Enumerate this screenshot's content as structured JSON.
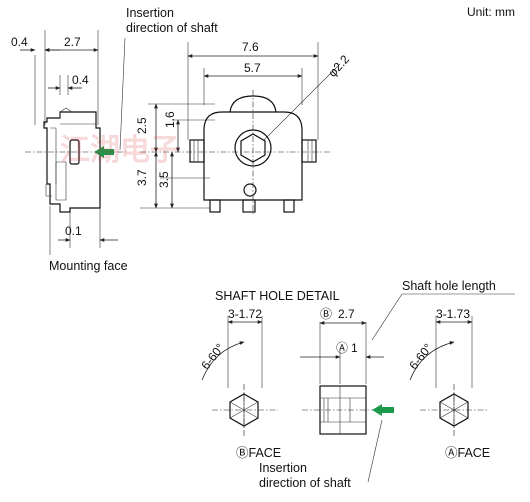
{
  "unit_label": "Unit: mm",
  "insertion_label_top": [
    "Insertion",
    "direction of shaft"
  ],
  "insertion_label_bottom": [
    "Insertion",
    "direction of shaft"
  ],
  "mounting_face_label": "Mounting face",
  "shaft_hole_detail_title": "SHAFT HOLE DETAIL",
  "shaft_hole_length_label": "Shaft hole length",
  "side_view_dims": {
    "d_0_4_top": "0.4",
    "d_2_7_top": "2.7",
    "d_0_4_mid": "0.4",
    "d_0_1": "0.1"
  },
  "front_view_dims": {
    "d_7_6": "7.6",
    "d_5_7": "5.7",
    "d_phi_2_2": "φ2.2",
    "d_1_6": "1.6",
    "d_2_5": "2.5",
    "d_3_7": "3.7",
    "d_3_5": "3.5"
  },
  "detail_dims": {
    "b_hex": "3-1.72",
    "b_angle": "6-60°",
    "center_marker": "Ⓑ",
    "center_len": "2.7",
    "a_marker": "Ⓐ",
    "a_len": "1",
    "a_hex": "3-1.73",
    "a_angle": "6-60°"
  },
  "face_labels": {
    "b_face": "ⒷFACE",
    "a_face": "ⒶFACE"
  },
  "watermark": "江湖电子",
  "colors": {
    "arrow": "#1a9a4a",
    "line": "#222222"
  }
}
